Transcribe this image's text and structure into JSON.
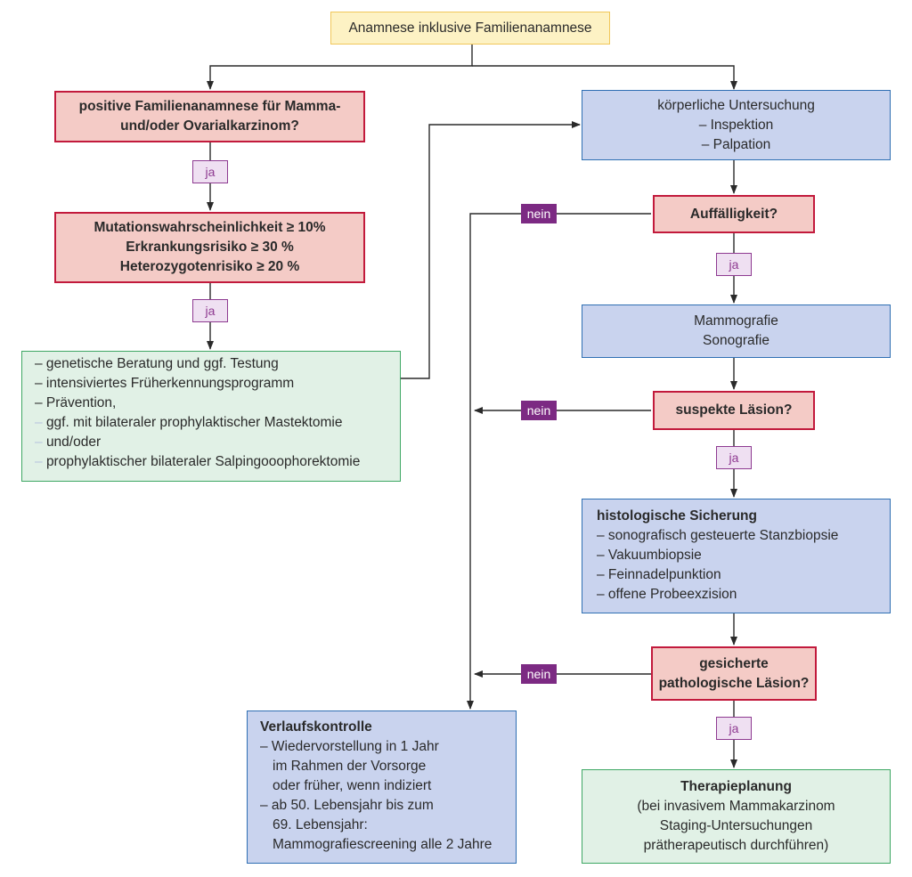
{
  "top": {
    "text": "Anamnese inklusive Familienanamnese"
  },
  "family": {
    "line1": "positive Familienanamnese für Mamma-",
    "line2": "und/oder Ovarialkarzinom?"
  },
  "risk": {
    "line1": "Mutationswahrscheinlichkeit ≥ 10%",
    "line2": "Erkrankungsrisiko ≥ 30 %",
    "line3": "Heterozygotenrisiko ≥ 20 %"
  },
  "prevention": {
    "lines": [
      "– genetische Beratung und ggf. Testung",
      "– intensiviertes Früherkennungsprogramm",
      "– Prävention,",
      "ggf. mit bilateraler prophylaktischer Mastektomie",
      "und/oder",
      "prophylaktischer bilateraler Salpingooophorektomie"
    ],
    "faint_dash": "–"
  },
  "exam": {
    "title": "körperliche Untersuchung",
    "item1": "– Inspektion",
    "item2": "– Palpation"
  },
  "finding": {
    "text": "Auffälligkeit?"
  },
  "imaging": {
    "line1": "Mammografie",
    "line2": "Sonografie"
  },
  "suspect": {
    "text": "suspekte Läsion?"
  },
  "histo": {
    "title": "histologische Sicherung",
    "items": [
      "– sonografisch gesteuerte Stanzbiopsie",
      "– Vakuumbiopsie",
      "– Feinnadelpunktion",
      "– offene Probeexzision"
    ]
  },
  "confirmed": {
    "line1": "gesicherte",
    "line2": "pathologische Läsion?"
  },
  "followup": {
    "title": "Verlaufskontrolle",
    "lines": [
      "– Wiedervorstellung in 1 Jahr",
      "im Rahmen der Vorsorge",
      "oder früher, wenn indiziert",
      "– ab 50. Lebensjahr bis zum",
      "69. Lebensjahr:",
      "Mammografiescreening alle 2 Jahre"
    ]
  },
  "therapy": {
    "title": "Therapieplanung",
    "line1": "(bei invasivem Mammakarzinom",
    "line2": "Staging-Untersuchungen",
    "line3": "prätherapeutisch durchführen)"
  },
  "labels": {
    "yes": "ja",
    "no": "nein"
  },
  "colors": {
    "question_border": "#c21a3c",
    "question_fill": "#f4cbc6",
    "blue_border": "#2f6fb3",
    "blue_fill": "#c9d3ee",
    "green_border": "#3ea764",
    "green_fill": "#e1f1e6",
    "yellow_border": "#f1c75a",
    "yellow_fill": "#fdf2c4",
    "label_purple": "#7c2a83"
  }
}
